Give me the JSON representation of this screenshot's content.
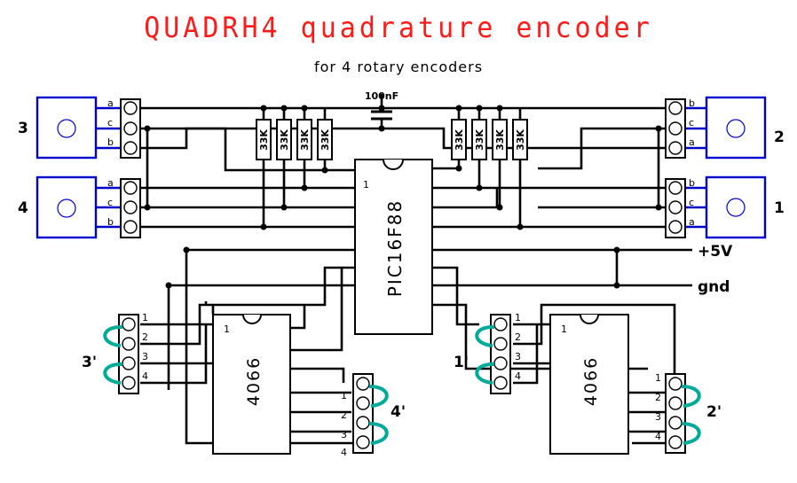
{
  "title": "QUADRH4 quadrature encoder",
  "subtitle": "for 4 rotary encoders",
  "capacitor_label": "100nF",
  "resistor_label": "33K",
  "mcu_label": "PIC16F88",
  "mcu_pin1": "1",
  "switch_ic_label": "4066",
  "switch_ic_pin1": "1",
  "encoders": [
    {
      "name": "3",
      "pins": [
        "a",
        "c",
        "b"
      ]
    },
    {
      "name": "4",
      "pins": [
        "a",
        "c",
        "b"
      ]
    },
    {
      "name": "2",
      "pins": [
        "b",
        "c",
        "a"
      ]
    },
    {
      "name": "1",
      "pins": [
        "b",
        "c",
        "a"
      ]
    }
  ],
  "jumper_headers": [
    {
      "name": "3'",
      "pins": [
        "1",
        "2",
        "3",
        "4"
      ]
    },
    {
      "name": "4'",
      "pins": [
        "1",
        "2",
        "3",
        "4"
      ]
    },
    {
      "name": "1'",
      "pins": [
        "1",
        "2",
        "3",
        "4"
      ]
    },
    {
      "name": "2'",
      "pins": [
        "1",
        "2",
        "3",
        "4"
      ]
    }
  ],
  "power": {
    "vcc": "+5V",
    "ground": "gnd"
  },
  "colors": {
    "title": "#ff1a1a",
    "encoder": "#0000cc",
    "jumper": "#00aa99"
  }
}
